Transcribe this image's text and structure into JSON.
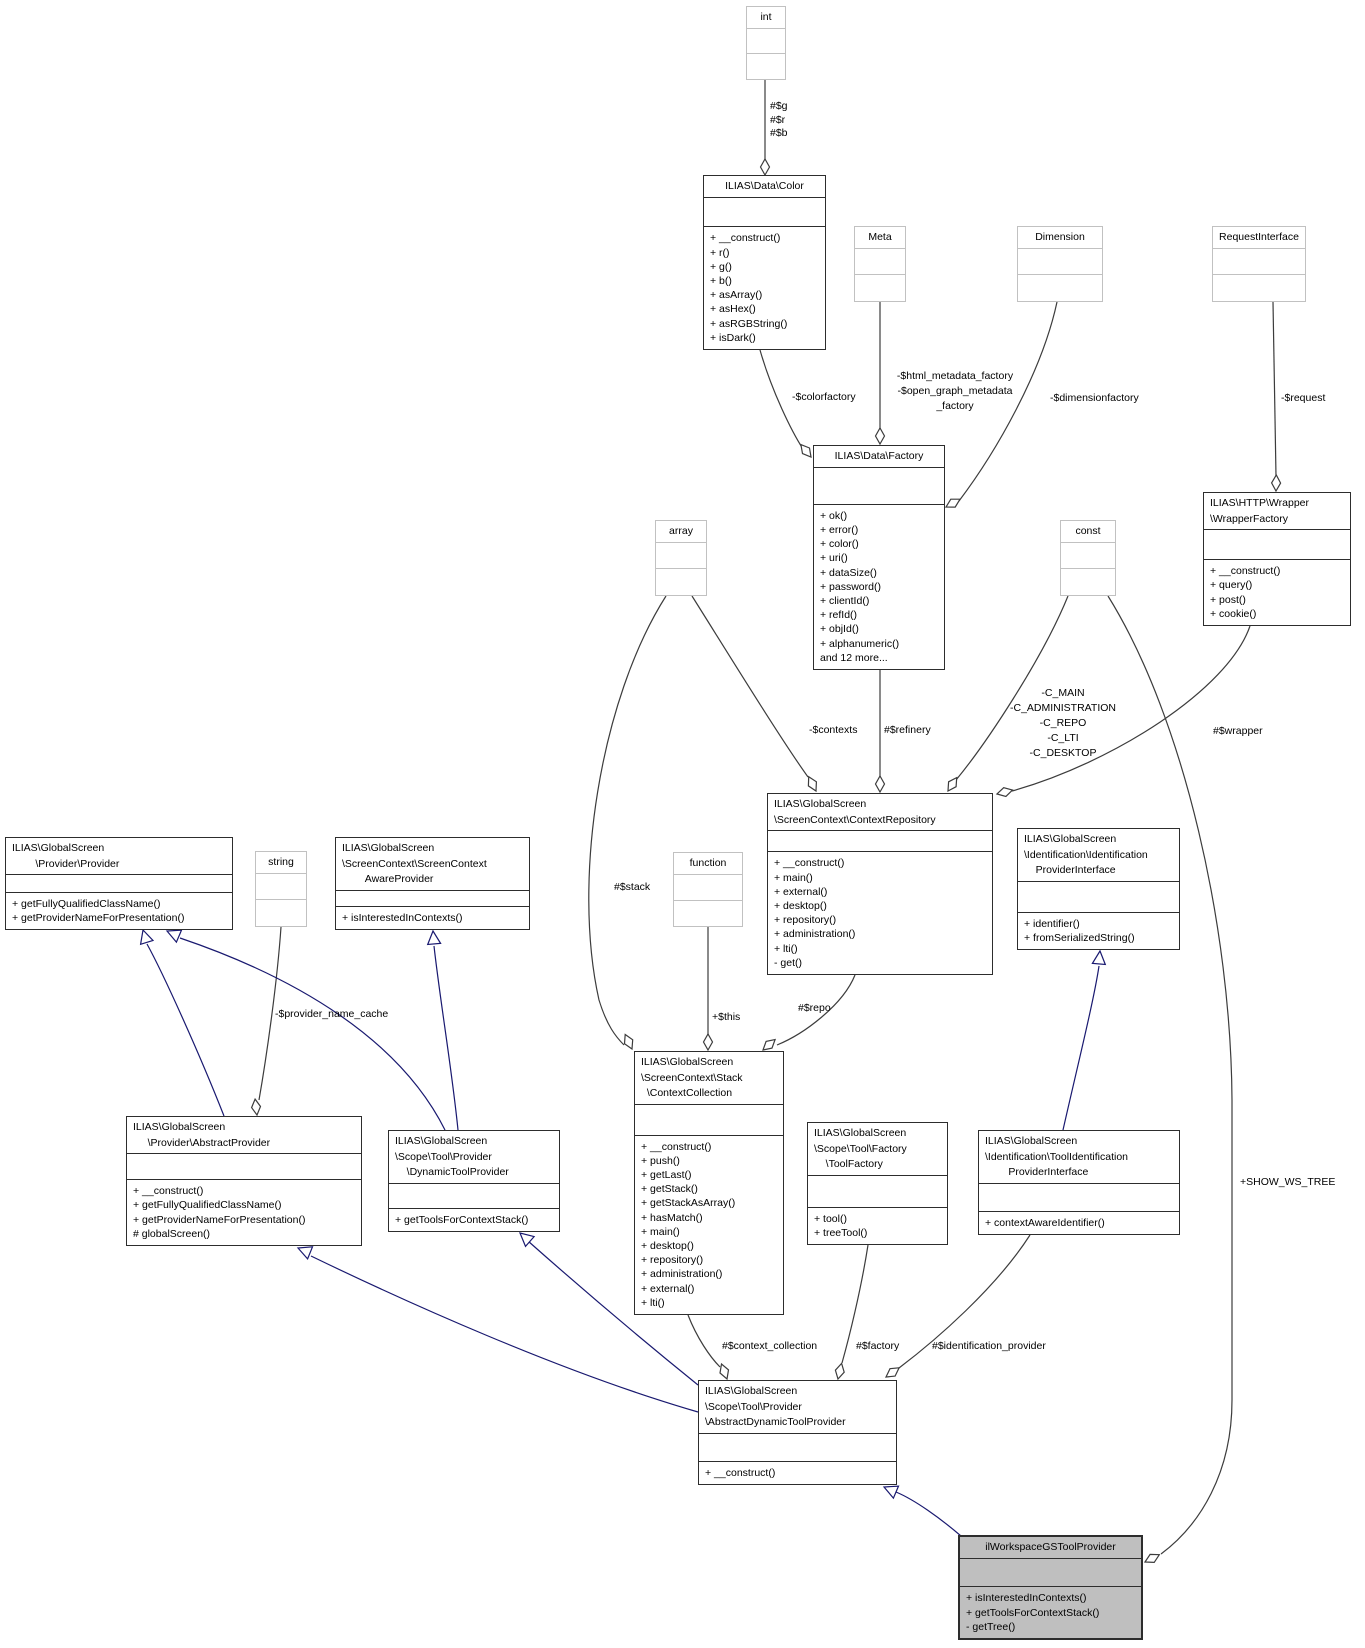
{
  "diagram": {
    "colors": {
      "background": "#ffffff",
      "aggregation_edge": "#3c3c3c",
      "inheritance_edge": "#191970",
      "class_border": "#2d2d2d",
      "primitive_border": "#c1c1c1",
      "current_class_fill": "#bfbfbf"
    },
    "classes": {
      "int": {
        "title": [
          "int"
        ],
        "methods": []
      },
      "color": {
        "title": [
          "ILIAS\\Data\\Color"
        ],
        "methods": [
          "+ __construct()",
          "+ r()",
          "+ g()",
          "+ b()",
          "+ asArray()",
          "+ asHex()",
          "+ asRGBString()",
          "+ isDark()"
        ]
      },
      "meta": {
        "title": [
          "Meta"
        ],
        "methods": []
      },
      "dimension": {
        "title": [
          "Dimension"
        ],
        "methods": []
      },
      "request_interface": {
        "title": [
          "RequestInterface"
        ],
        "methods": []
      },
      "data_factory": {
        "title": [
          "ILIAS\\Data\\Factory"
        ],
        "methods": [
          "+ ok()",
          "+ error()",
          "+ color()",
          "+ uri()",
          "+ dataSize()",
          "+ password()",
          "+ clientId()",
          "+ refId()",
          "+ objId()",
          "+ alphanumeric()",
          "and 12 more..."
        ]
      },
      "array": {
        "title": [
          "array"
        ],
        "methods": []
      },
      "const": {
        "title": [
          "const"
        ],
        "methods": []
      },
      "wrapper_factory": {
        "title": [
          "ILIAS\\HTTP\\Wrapper",
          "\\WrapperFactory"
        ],
        "methods": [
          "+ __construct()",
          "+ query()",
          "+ post()",
          "+ cookie()"
        ]
      },
      "context_repository": {
        "title": [
          "ILIAS\\GlobalScreen",
          "\\ScreenContext\\ContextRepository"
        ],
        "methods": [
          "+ __construct()",
          "+ main()",
          "+ external()",
          "+ desktop()",
          "+ repository()",
          "+ administration()",
          "+ lti()",
          "- get()"
        ]
      },
      "provider": {
        "title": [
          "ILIAS\\GlobalScreen",
          "        \\Provider\\Provider"
        ],
        "methods": [
          "+ getFullyQualifiedClassName()",
          "+ getProviderNameForPresentation()"
        ]
      },
      "string": {
        "title": [
          "string"
        ],
        "methods": []
      },
      "screen_context_aware_provider": {
        "title": [
          "ILIAS\\GlobalScreen",
          "\\ScreenContext\\ScreenContext",
          "        AwareProvider"
        ],
        "methods": [
          "+ isInterestedInContexts()"
        ]
      },
      "function": {
        "title": [
          "function"
        ],
        "methods": []
      },
      "identification_provider_interface": {
        "title": [
          "ILIAS\\GlobalScreen",
          "\\Identification\\Identification",
          "    ProviderInterface"
        ],
        "methods": [
          "+ identifier()",
          "+ fromSerializedString()"
        ]
      },
      "context_collection": {
        "title": [
          "ILIAS\\GlobalScreen",
          "\\ScreenContext\\Stack",
          "  \\ContextCollection"
        ],
        "methods": [
          "+ __construct()",
          "+ push()",
          "+ getLast()",
          "+ getStack()",
          "+ getStackAsArray()",
          "+ hasMatch()",
          "+ main()",
          "+ desktop()",
          "+ repository()",
          "+ administration()",
          "+ external()",
          "+ lti()"
        ]
      },
      "tool_factory": {
        "title": [
          "ILIAS\\GlobalScreen",
          "\\Scope\\Tool\\Factory",
          "    \\ToolFactory"
        ],
        "methods": [
          "+ tool()",
          "+ treeTool()"
        ]
      },
      "tool_identification_provider_interface": {
        "title": [
          "ILIAS\\GlobalScreen",
          "\\Identification\\ToolIdentification",
          "        ProviderInterface"
        ],
        "methods": [
          "+ contextAwareIdentifier()"
        ]
      },
      "abstract_provider": {
        "title": [
          "ILIAS\\GlobalScreen",
          "     \\Provider\\AbstractProvider"
        ],
        "methods": [
          "+ __construct()",
          "+ getFullyQualifiedClassName()",
          "+ getProviderNameForPresentation()",
          "# globalScreen()"
        ]
      },
      "dynamic_tool_provider": {
        "title": [
          "ILIAS\\GlobalScreen",
          "\\Scope\\Tool\\Provider",
          "    \\DynamicToolProvider"
        ],
        "methods": [
          "+ getToolsForContextStack()"
        ]
      },
      "abstract_dynamic_tool_provider": {
        "title": [
          "ILIAS\\GlobalScreen",
          "\\Scope\\Tool\\Provider",
          "\\AbstractDynamicToolProvider"
        ],
        "methods": [
          "+ __construct()"
        ]
      },
      "il_workspace_gs_tool_provider": {
        "title": [
          "ilWorkspaceGSToolProvider"
        ],
        "methods": [
          "+ isInterestedInContexts()",
          "+ getToolsForContextStack()",
          "- getTree()"
        ]
      }
    },
    "labels": {
      "grb": [
        "#$g",
        "#$r",
        "#$b"
      ],
      "colorfactory": [
        "-$colorfactory"
      ],
      "html_meta": [
        "-$html_metadata_factory",
        "-$open_graph_metadata",
        "_factory"
      ],
      "dimensionfactory": [
        "-$dimensionfactory"
      ],
      "request": [
        "-$request"
      ],
      "contexts": [
        "-$contexts"
      ],
      "refinery": [
        "#$refinery"
      ],
      "c_consts": [
        "-C_MAIN",
        "-C_ADMINISTRATION",
        "-C_REPO",
        "-C_LTI",
        "-C_DESKTOP"
      ],
      "wrapper": [
        "#$wrapper"
      ],
      "stack": [
        "#$stack"
      ],
      "this": [
        "+$this"
      ],
      "repo": [
        "#$repo"
      ],
      "provider_name_cache": [
        "-$provider_name_cache"
      ],
      "context_collection": [
        "#$context_collection"
      ],
      "factory": [
        "#$factory"
      ],
      "identification_provider": [
        "#$identification_provider"
      ],
      "show_ws_tree": [
        "+SHOW_WS_TREE"
      ]
    }
  }
}
